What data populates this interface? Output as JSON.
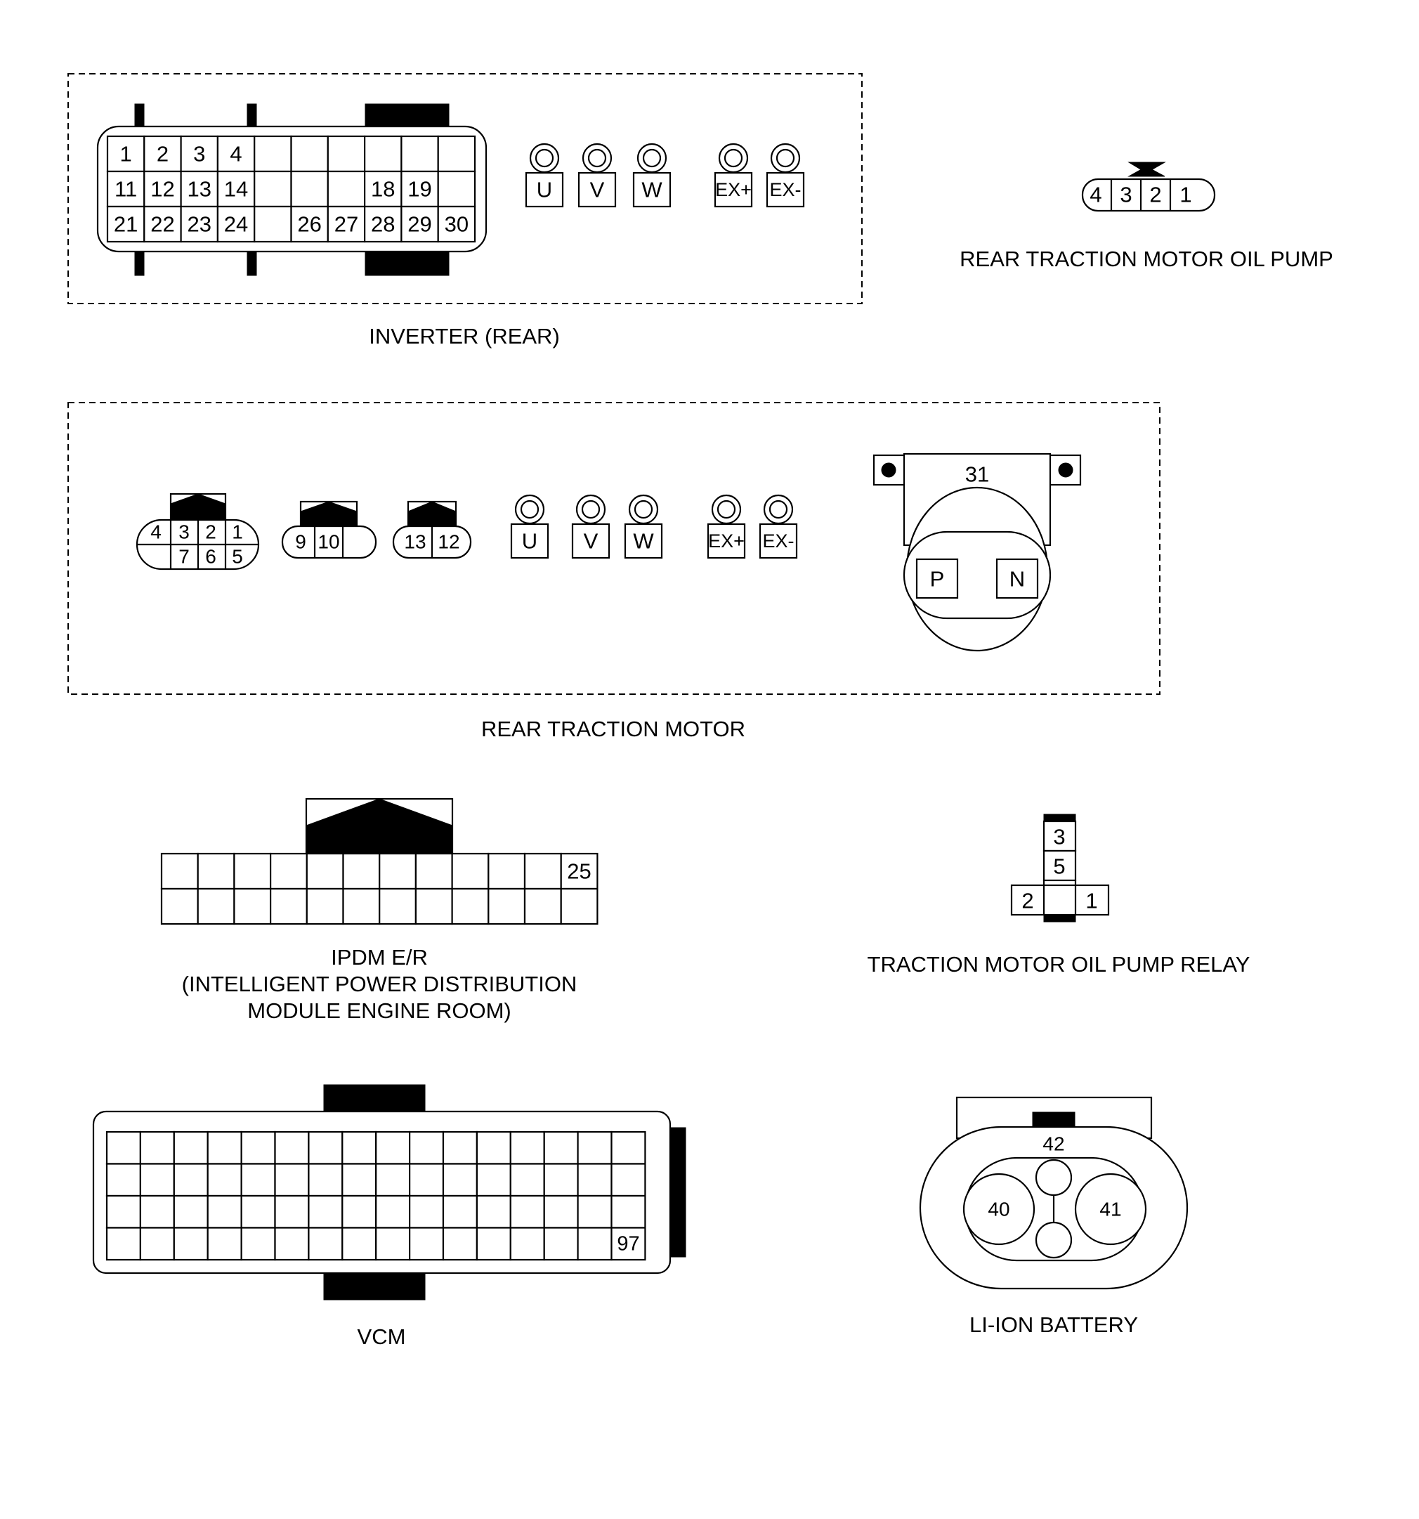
{
  "inverter": {
    "label": "INVERTER (REAR)",
    "rows": [
      [
        "1",
        "2",
        "3",
        "4",
        "",
        "",
        "",
        "",
        "",
        ""
      ],
      [
        "11",
        "12",
        "13",
        "14",
        "",
        "",
        "",
        "18",
        "19",
        ""
      ],
      [
        "21",
        "22",
        "23",
        "24",
        "",
        "26",
        "27",
        "28",
        "29",
        "30"
      ]
    ],
    "terminals": [
      "U",
      "V",
      "W",
      "EX+",
      "EX-"
    ]
  },
  "oil_pump": {
    "label": "REAR TRACTION MOTOR OIL PUMP",
    "pins": [
      "4",
      "3",
      "2",
      "1"
    ]
  },
  "motor": {
    "label": "REAR TRACTION MOTOR",
    "conn_a_top": [
      "4",
      "3",
      "2",
      "1"
    ],
    "conn_a_bottom": [
      "7",
      "6",
      "5"
    ],
    "conn_b": [
      "9",
      "10"
    ],
    "conn_c": [
      "13",
      "12"
    ],
    "terminals": [
      "U",
      "V",
      "W",
      "EX+",
      "EX-"
    ],
    "sensor_pin": "31",
    "sensor_p": "P",
    "sensor_n": "N"
  },
  "ipdm": {
    "label_1": "IPDM E/R",
    "label_2": "(INTELLIGENT POWER DISTRIBUTION",
    "label_3": "MODULE ENGINE ROOM)",
    "pin": "25"
  },
  "relay": {
    "label": "TRACTION MOTOR OIL PUMP RELAY",
    "pins": [
      "3",
      "5",
      "2",
      "1"
    ]
  },
  "vcm": {
    "label": "VCM",
    "pin": "97"
  },
  "battery": {
    "label": "LI-ION BATTERY",
    "pins": [
      "42",
      "40",
      "41"
    ]
  }
}
